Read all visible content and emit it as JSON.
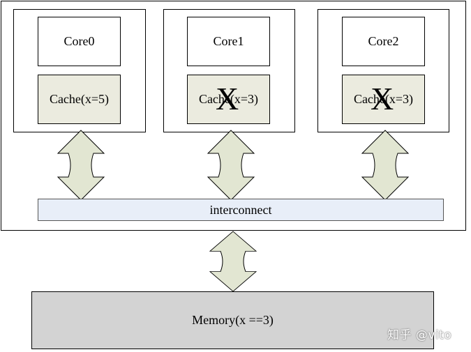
{
  "cores": [
    {
      "core_label": "Core0",
      "cache_label": "Cache(x=5)",
      "invalidated": false
    },
    {
      "core_label": "Core1",
      "cache_label": "Cache(x=3)",
      "invalidated": true
    },
    {
      "core_label": "Core2",
      "cache_label": "Cache(x=3)",
      "invalidated": true
    }
  ],
  "invalid_mark": "X",
  "interconnect_label": "interconnect",
  "memory_label": "Memory(x ==3)",
  "watermark": "知乎 @vito",
  "colors": {
    "cache_fill": "#ebebdf",
    "interconnect_fill": "#e8eef8",
    "memory_fill": "#d3d3d3",
    "arrow_fill": "#e2e6d2"
  }
}
